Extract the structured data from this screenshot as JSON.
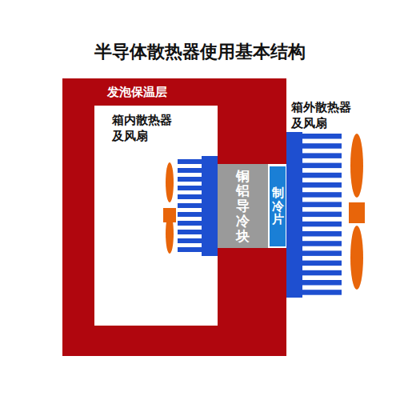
{
  "diagram": {
    "title": "半导体散热器使用基本结构",
    "nodes": [
      {
        "text": [
          "发泡保温层"
        ]
      },
      {
        "text": [
          "铜铝导冷块"
        ],
        "in": 0
      },
      {
        "text": [
          "制冷片"
        ],
        "in": 0
      }
    ],
    "labels": [
      "箱内散热器 及风扇",
      "箱外散热器 及风扇"
    ]
  }
}
